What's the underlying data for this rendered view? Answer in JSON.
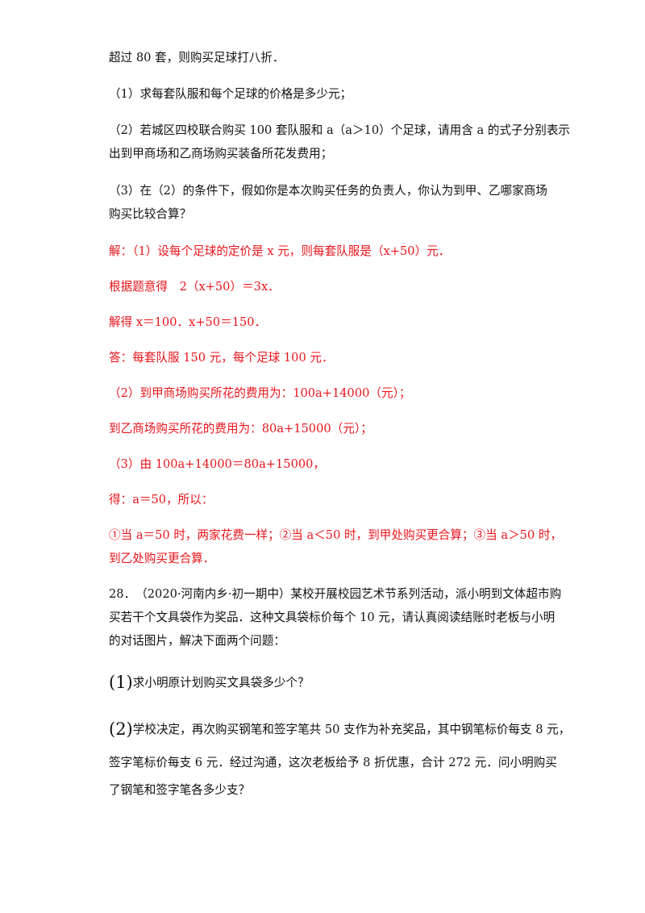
{
  "colors": {
    "text": "#111111",
    "answer": "#e8141b"
  },
  "q27": {
    "line_top": "超过 80 套，则购买足球打八折．",
    "p1": "（1）求每套队服和每个足球的价格是多少元；",
    "p2a": "（2）若城区四校联合购买 100 套队服和 a（a＞10）个足球，请用含 a 的式子分别表示",
    "p2b": "出到甲商场和乙商场购买装备所花发费用；",
    "p3a": "（3）在（2）的条件下，假如你是本次购买任务的负责人，你认为到甲、乙哪家商场",
    "p3b": "购买比较合算？"
  },
  "answer": {
    "l1": "解：（1）设每个足球的定价是 x 元，则每套队服是（x+50）元．",
    "l2": "根据题意得　2（x+50）＝3x．",
    "l3": "解得 x＝100．x+50＝150．",
    "l4": "答：每套队服 150 元，每个足球 100 元．",
    "l5": "（2）到甲商场购买所花的费用为：100a+14000（元）；",
    "l6": "到乙商场购买所花的费用为：80a+15000（元）；",
    "l7": "（3）由 100a+14000＝80a+15000，",
    "l8": "得：a＝50，所以：",
    "l9": "①当 a＝50 时，两家花费一样；②当 a＜50 时，到甲处购买更合算；③当 a＞50 时，",
    "l10": "到乙处购买更合算．"
  },
  "q28": {
    "l1": "28．　（2020·河南内乡·初一期中）某校开展校园艺术节系列活动，派小明到文体超市购",
    "l2": "买若干个文具袋作为奖品．这种文具袋标价每个 10 元，请认真阅读结账时老板与小明",
    "l3": "的对话图片，解决下面两个问题：",
    "p1_num": "(1)",
    "p1_text": "求小明原计划购买文具袋多少个？",
    "p2_num": "(2)",
    "p2_text": "学校决定，再次购买钢笔和签字笔共 50 支作为补充奖品，其中钢笔标价每支 8 元，",
    "p2_l2": "签字笔标价每支 6 元．经过沟通，这次老板给予 8 折优惠，合计 272 元．问小明购买",
    "p2_l3": "了钢笔和签字笔各多少支？"
  }
}
